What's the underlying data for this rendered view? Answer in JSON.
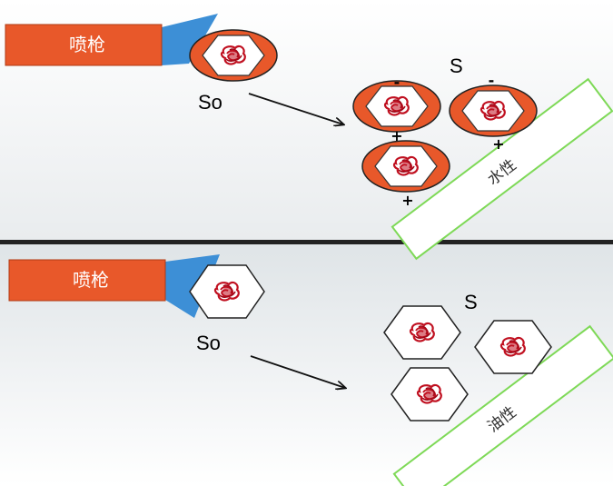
{
  "colors": {
    "gun": "#e8582a",
    "nozzle": "#3d8fd6",
    "ring": "#e8582a",
    "particle": "#c01020",
    "surface_border": "#7ed957",
    "divider": "#222222"
  },
  "top": {
    "gun_label": "喷枪",
    "s0_label": "So",
    "s_label": "S",
    "surface_label": "水性",
    "charges": {
      "p1_top": "-",
      "p1_bottom": "+",
      "p2_top": "-",
      "p2_bottom": "+",
      "p3_bottom": "+"
    }
  },
  "bottom": {
    "gun_label": "喷枪",
    "s0_label": "So",
    "s_label": "S",
    "surface_label": "油性"
  }
}
